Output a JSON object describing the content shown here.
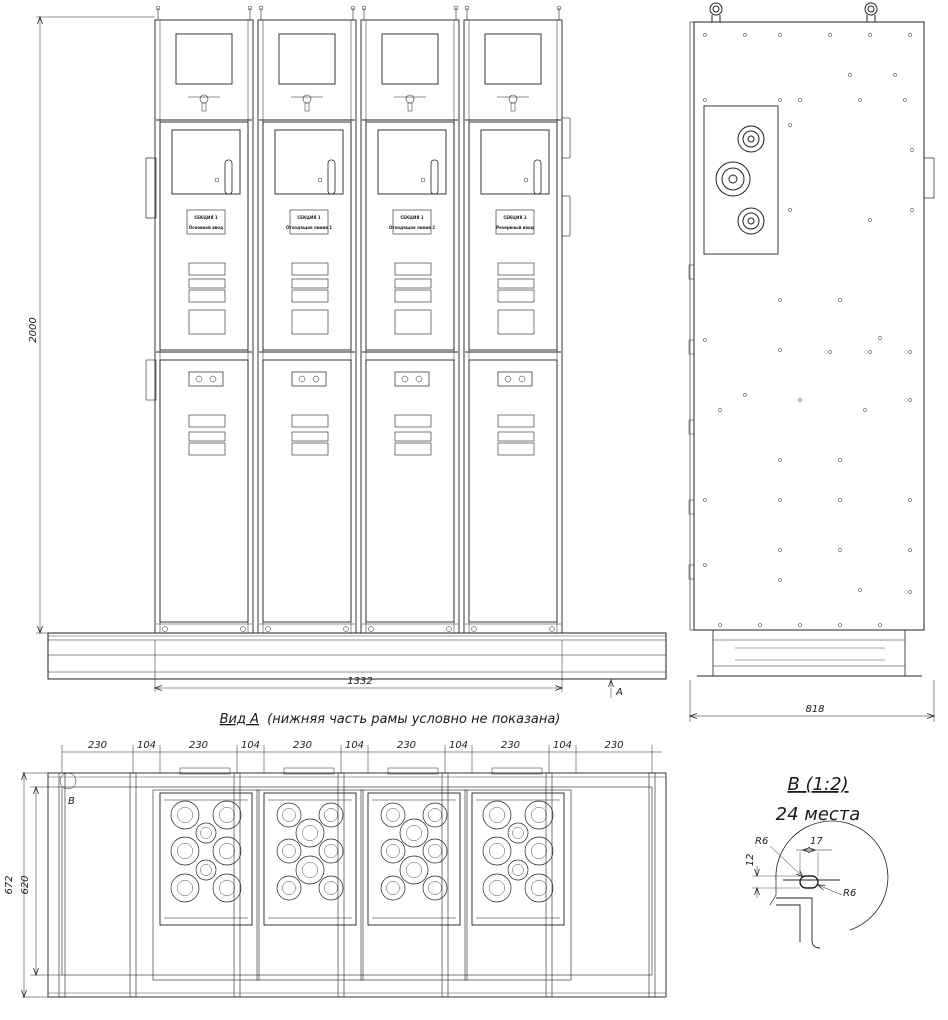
{
  "front_view": {
    "height_dim": "2000",
    "width_dim": "1332",
    "view_arrow_label": "A",
    "sections": [
      {
        "label": "СЕКЦИЯ 1",
        "sublabel": "Основной ввод"
      },
      {
        "label": "СЕКЦИЯ 1",
        "sublabel": "Отходящая линия 1"
      },
      {
        "label": "СЕКЦИЯ 1",
        "sublabel": "Отходящая линия 2"
      },
      {
        "label": "СЕКЦИЯ 1",
        "sublabel": "Резервный ввод"
      }
    ]
  },
  "side_view": {
    "depth_dim": "818"
  },
  "view_a": {
    "title_prefix": "Вид А",
    "title_note": "(нижняя часть рамы условно не показана)",
    "top_dims": [
      "230",
      "104",
      "230",
      "104",
      "230",
      "104",
      "230",
      "104",
      "230",
      "104",
      "230"
    ],
    "height_outer": "672",
    "height_inner": "620",
    "detail_marker": "В"
  },
  "detail_b": {
    "title": "В (1:2)",
    "count": "24 места",
    "dims": {
      "r_top": "R6",
      "width": "17",
      "height": "12",
      "r_bottom": "R6"
    }
  }
}
